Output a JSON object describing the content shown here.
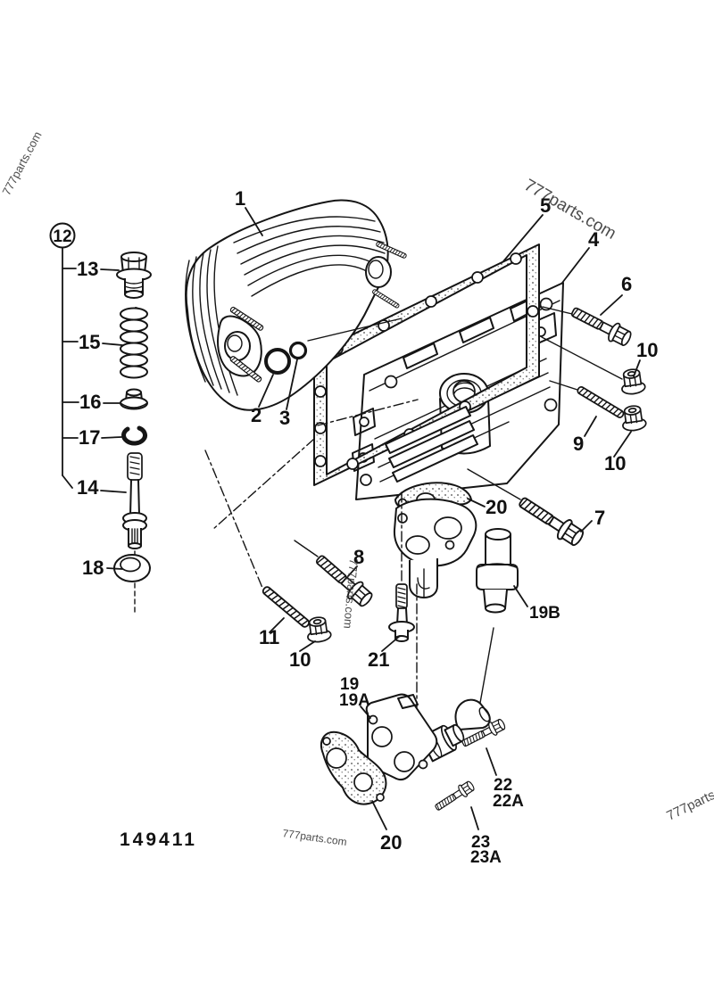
{
  "figure": {
    "drawing_number": "149411",
    "watermark_text": "777parts.com"
  },
  "callouts": {
    "c1": "1",
    "c2": "2",
    "c3": "3",
    "c4": "4",
    "c5": "5",
    "c6": "6",
    "c7": "7",
    "c8": "8",
    "c9": "9",
    "c10a": "10",
    "c10b": "10",
    "c10c": "10",
    "c11": "11",
    "c12": "12",
    "c13": "13",
    "c14": "14",
    "c15": "15",
    "c16": "16",
    "c17": "17",
    "c18": "18",
    "c19": "19",
    "c19a": "19A",
    "c19b": "19B",
    "c20a": "20",
    "c20b": "20",
    "c21": "21",
    "c22": "22",
    "c22a": "22A",
    "c23": "23",
    "c23a": "23A"
  }
}
